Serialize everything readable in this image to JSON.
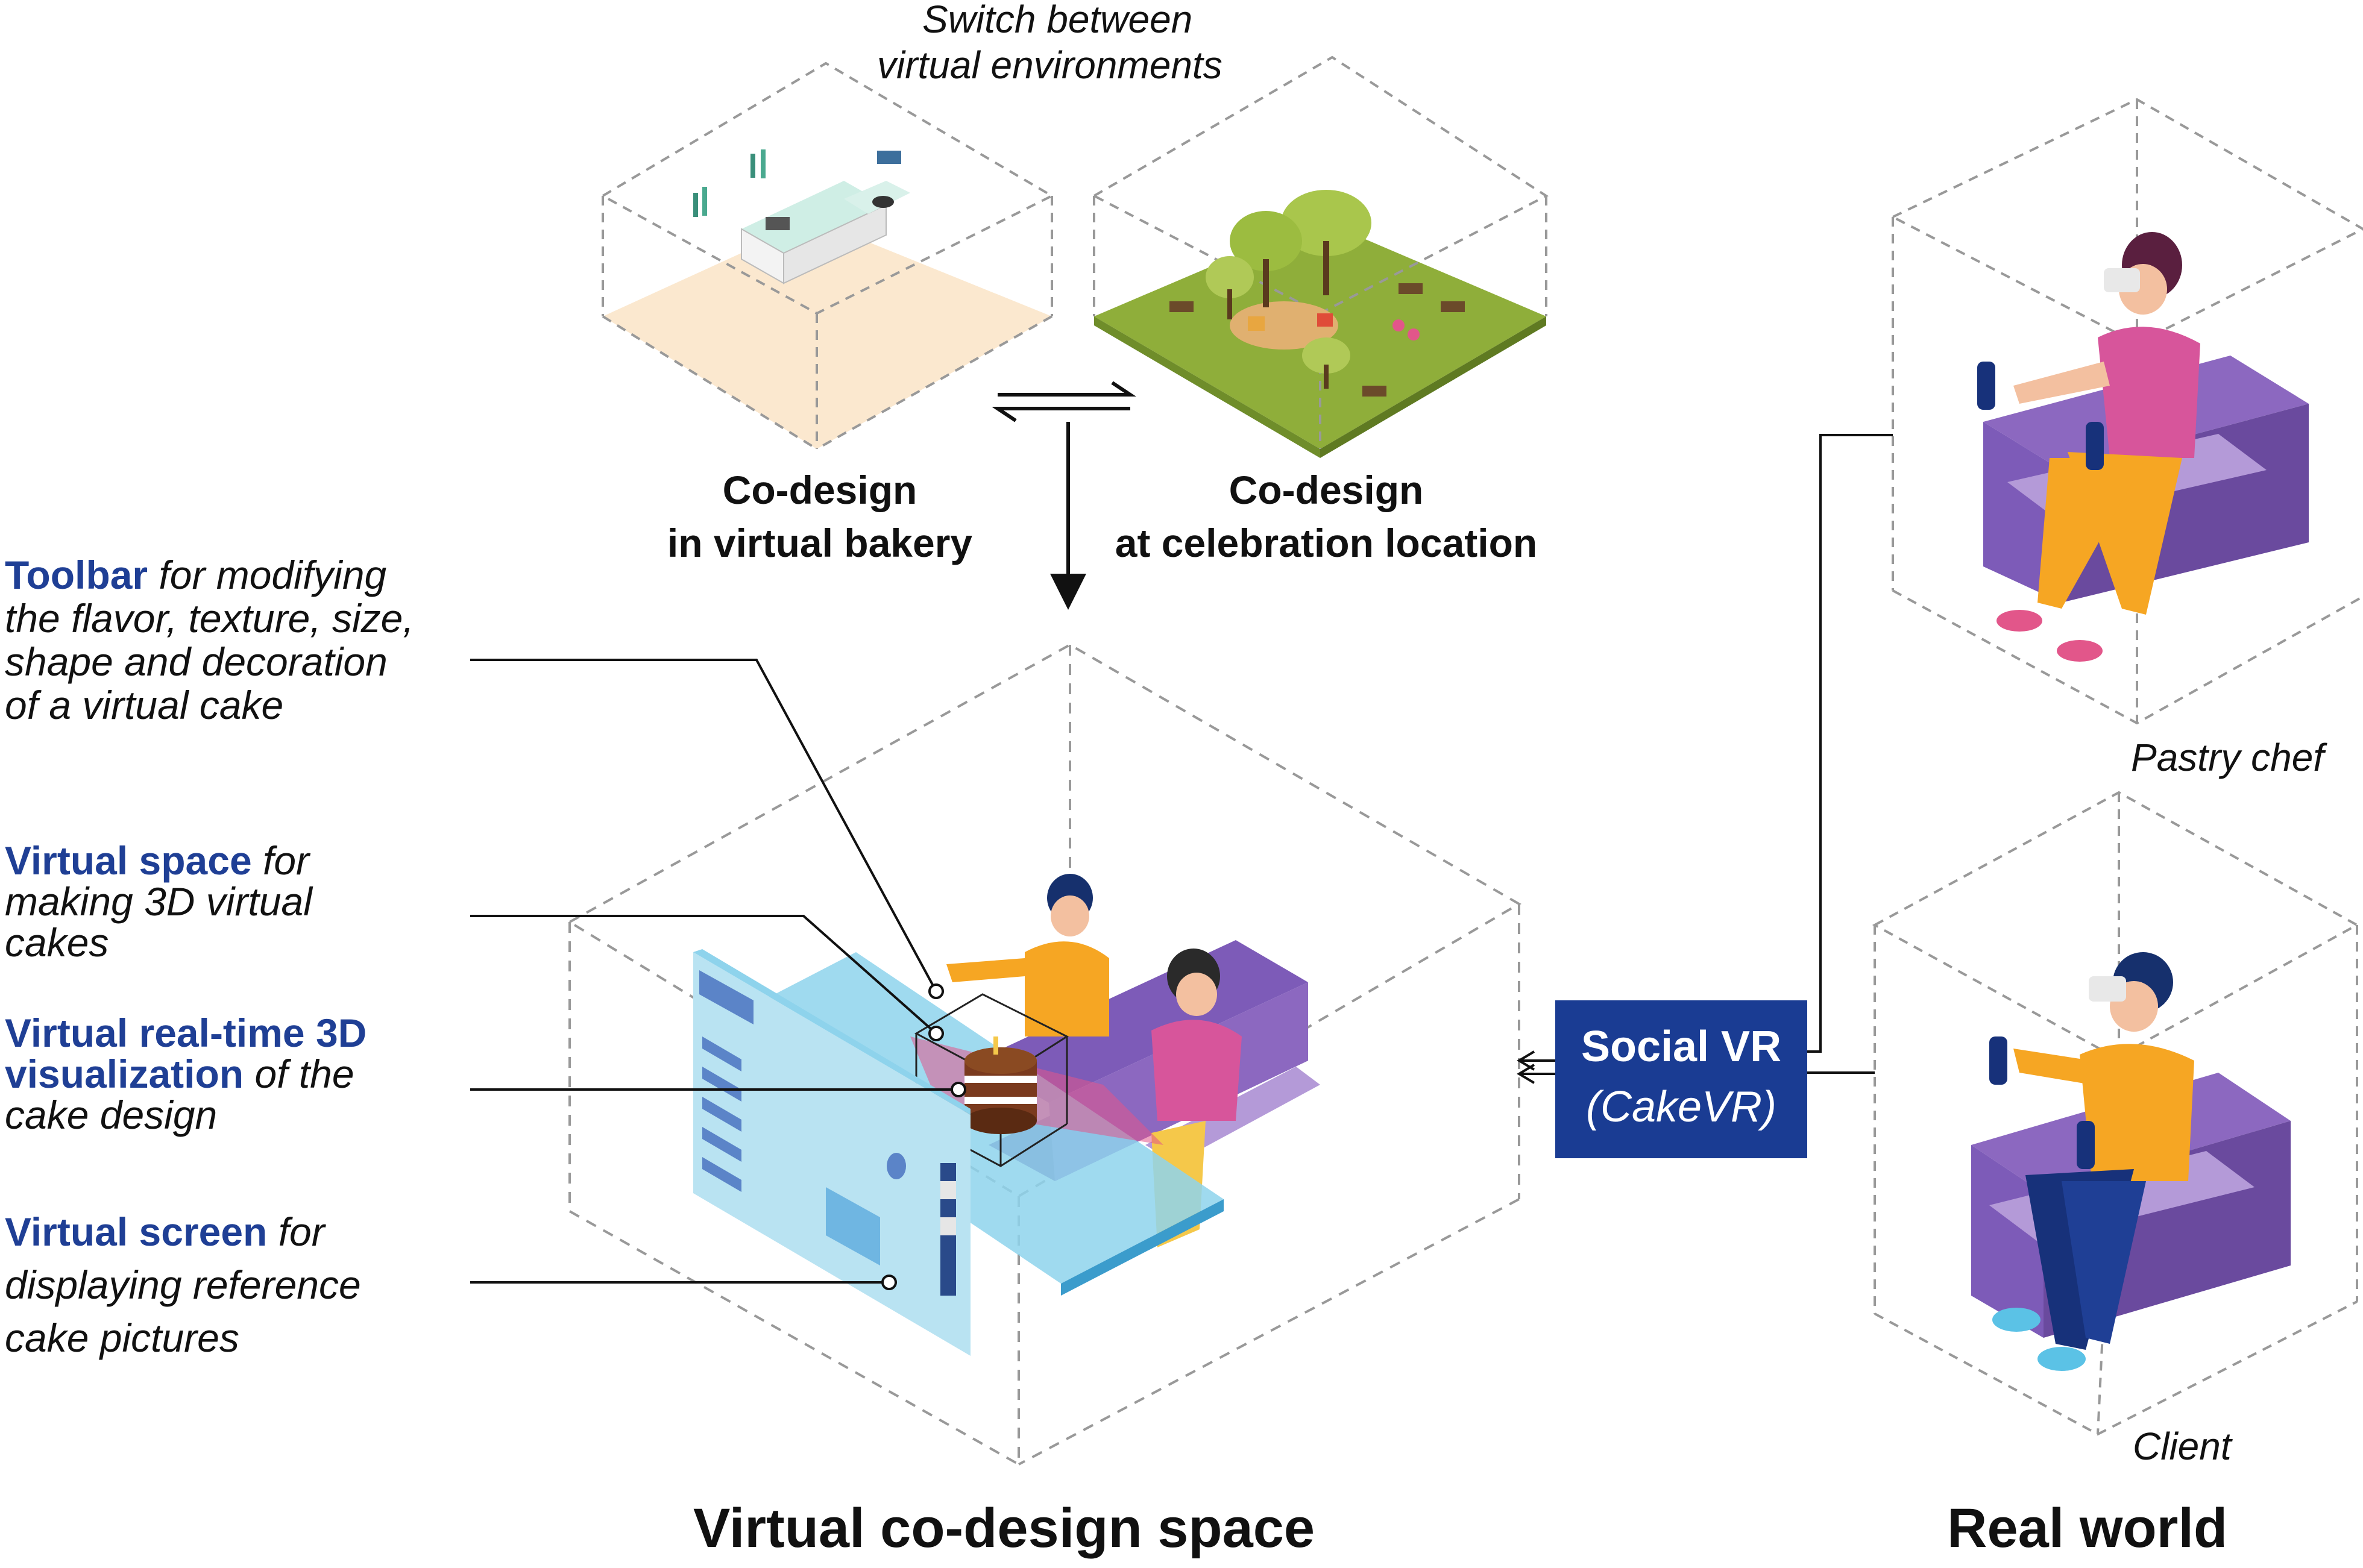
{
  "top": {
    "switch_line1": "Switch between",
    "switch_line2": "virtual environments",
    "bakery_line1": "Co-design",
    "bakery_line2": "in virtual bakery",
    "celebration_line1": "Co-design",
    "celebration_line2": "at celebration location"
  },
  "annotations": {
    "toolbar": {
      "title": "Toolbar",
      "rest1": " for modifying",
      "line2": "the flavor, texture, size,",
      "line3": "shape and decoration",
      "line4": "of a virtual cake"
    },
    "space": {
      "title": "Virtual space",
      "rest1": " for",
      "line2": "making 3D virtual",
      "line3": "cakes"
    },
    "visualization": {
      "title1": "Virtual real-time 3D",
      "title2": "visualization",
      "rest2": " of the",
      "line3": "cake design"
    },
    "screen": {
      "title": "Virtual screen",
      "rest1": " for",
      "line2": "displaying reference",
      "line3": "cake pictures"
    }
  },
  "social_vr": {
    "title": "Social VR",
    "subtitle": "(CakeVR)"
  },
  "labels": {
    "pastry_chef": "Pastry chef",
    "client": "Client",
    "virtual_space_title": "Virtual co-design space",
    "real_world_title": "Real world"
  },
  "colors": {
    "accent_blue": "#1f3f95",
    "social_box": "#1a3c93",
    "sofa": "#8c68c0",
    "sofa_dark": "#6a4a9e",
    "orange_shirt": "#f6a623",
    "pink_shirt": "#d7559b",
    "grass": "#8fae3a",
    "bakery_floor": "#fbe8cf"
  }
}
